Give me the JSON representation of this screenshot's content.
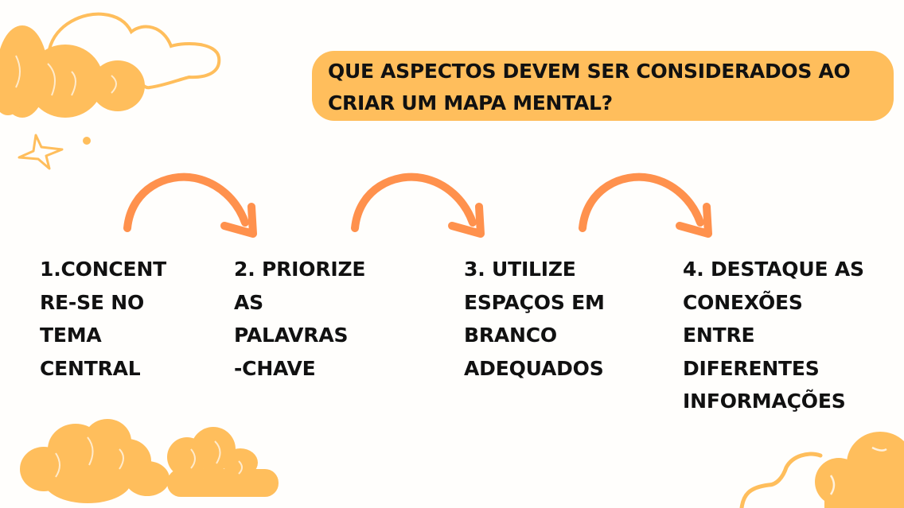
{
  "title": {
    "lines": [
      "QUE ASPECTOS DEVEM SER CONSIDERADOS AO",
      "CRIAR UM MAPA MENTAL?"
    ],
    "background": "#ffbe5c"
  },
  "steps": [
    {
      "lines": [
        "1.CONCENT",
        "RE-SE NO",
        "TEMA",
        "CENTRAL"
      ]
    },
    {
      "lines": [
        "2. PRIORIZE",
        "AS",
        "PALAVRAS",
        "-CHAVE"
      ]
    },
    {
      "lines": [
        "3. UTILIZE",
        "ESPAÇOS EM",
        "BRANCO",
        "ADEQUADOS"
      ]
    },
    {
      "lines": [
        "4. DESTAQUE AS",
        "CONEXÕES",
        "ENTRE",
        "DIFERENTES",
        "INFORMAÇÕES"
      ]
    }
  ],
  "colors": {
    "cloud": "#ffbe5c",
    "arrow": "#ff914d",
    "text": "#111111",
    "background": "#fffefc"
  },
  "icons": [
    "cloud-icon",
    "star-icon",
    "curved-arrow-icon"
  ]
}
